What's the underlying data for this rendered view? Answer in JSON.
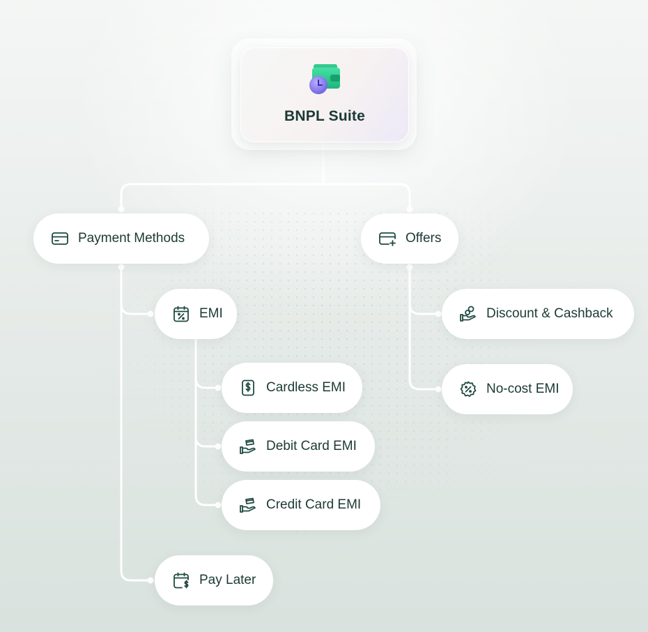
{
  "root": {
    "title": "BNPL Suite",
    "icon": "wallet-clock-icon"
  },
  "branches": {
    "payment_methods": {
      "label": "Payment Methods",
      "icon": "credit-card-icon",
      "children": {
        "emi": {
          "label": "EMI",
          "icon": "calendar-percent-icon",
          "children": {
            "cardless": {
              "label": "Cardless EMI",
              "icon": "dollar-document-icon"
            },
            "debit": {
              "label": "Debit Card EMI",
              "icon": "hand-card-icon"
            },
            "credit": {
              "label": "Credit Card EMI",
              "icon": "hand-card-icon"
            }
          }
        },
        "pay_later": {
          "label": "Pay Later",
          "icon": "calendar-dollar-icon"
        }
      }
    },
    "offers": {
      "label": "Offers",
      "icon": "card-plus-icon",
      "children": {
        "discount": {
          "label": "Discount & Cashback",
          "icon": "hand-coins-icon"
        },
        "nocost": {
          "label": "No-cost EMI",
          "icon": "percent-badge-icon"
        }
      }
    }
  },
  "colors": {
    "text": "#1b3a34",
    "icon": "#1f4a42",
    "connector": "#ffffff",
    "accent_green": "#2fcf8f",
    "accent_purple": "#8b7cf0"
  }
}
